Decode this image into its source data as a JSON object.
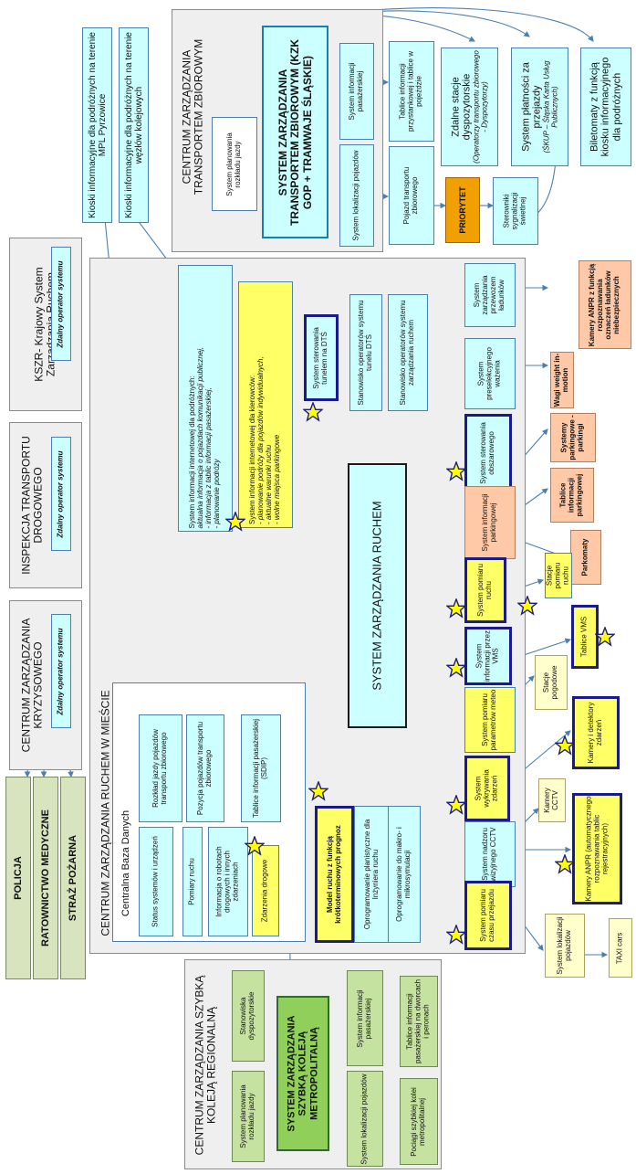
{
  "colors": {
    "line": "#4a7fb0",
    "cyan": "#ccffff",
    "yellow": "#ffff66",
    "orange": "#ffc9a8",
    "green": "#c6e2a0",
    "darkgreen": "#8fcf5a",
    "gold": "#f0a000",
    "star": "#1a1a8c"
  },
  "top": {
    "center_title": "CENTRUM ZARZĄDZANIA TRANSPORTEM ZBIOROWYM",
    "main_system": "SYSTEM ZARZĄDZANIA TRANSPORTEM ZBIOROWYM (KZK GOP + TRAMWAJE ŚLĄSKIE)",
    "planning": "System planowania rozkładu jazdy",
    "passenger_info": "System informacji pasażerskiej",
    "localization": "System lokalizacji pojazdów",
    "stop_tables": "Tablice informacji przystankowej i tablice w pojeździe",
    "vehicle": "Pojazd transportu zbiorowego",
    "priority": "PRIORYTET",
    "signal_controllers": "Sterowniki sygnalizacji świetlnej",
    "dispatch_title": "Zdalne stacje dyspozytorskie",
    "dispatch_sub": "(Operatorzy transportu zbiorowego - Dyspozytorzy)",
    "payment_title": "System płatności za przejazdy",
    "payment_sub": "(ŚKUP – Śląska Karta Usług Publicznych)",
    "ticket_machines": "Biletomaty z funkcją kiosku informacyjnego dla podróżnych",
    "kiosk_airport": "Kioski informacyjne dla podróżnych na terenie MPL Pyrzowice",
    "kiosk_rail": "Kioski informacyjne dla podróżnych na terenie węzłów kolejowych"
  },
  "left": {
    "kszr_title": "KSZR- Krajowy System Zarządzania Ruchem",
    "remote_operator": "Zdalny operator systemu",
    "inspection_title": "INSPEKCJA TRANSPORTU DROGOWEGO",
    "crisis_title": "CENTRUM ZARZĄDZANIA KRYZYSOWEGO",
    "police": "POLICJA",
    "ambulance": "RATOWNICTWO MEDYCZNE",
    "fire": "STRAŻ POŻARNA"
  },
  "city": {
    "center_title": "CENTRUM ZARZĄDZANIA  RUCHEM W MIEŚCIE",
    "main_system": "SYSTEM ZARZĄDZANIA RUCHEM",
    "travelers_title": "System informacji internetowej dla podróżnych:",
    "travelers_items": "aktualna informacja o pojazdach komunikacji publicznej,<br>- informacja z tablic informacji pasażerskiej,<br>- planowanie podróży",
    "drivers_title": "System informacji internetowej dla kierowców:",
    "drivers_items": "- planowanie podróży  dla pojazdów indywidualnych,<br>- aktualne warunki ruchu<br>- wolne miejsca parkingowe",
    "tunnel_control": "System sterowania tunelem na DTŚ",
    "tunnel_operator": "Stanowisko operatorów systemu tunelu DTŚ",
    "traffic_operator": "Stanowisko operatorów systemu zarządzania ruchem",
    "db_title": "Centralna Baza Danych",
    "db_status": "Status systemów i urządzeń",
    "db_schedule": "Rozkład jazdy pojazdów transportu zbiorowego",
    "db_traffic_meas": "Pomiary ruchu",
    "db_vehicle_pos": "Pozycja pojazdów transportu zbiorowego",
    "db_roadworks": "Informacja o robotach drogowych i innych zdarzeniach",
    "db_road_events": "Zdarzenia drogowe",
    "db_info_tables": "Tablice informacji pasażerskiej (SDIP)",
    "traffic_model": "Model ruchu z funkcją krótkoterminowych prognoz",
    "planning_software": "Oprogramowanie planistyczne dla Inżyniera ruchu",
    "simulation_software": "Oprogramowanie do makro- i mikrosymulacji"
  },
  "right": {
    "freight": "System zarządzania przewozem ładunków",
    "anpr_hazard": "Kamery ANPR z funkcją rozpoznawania oznaczeń ładunków niebezpiecznych",
    "preselection": "System preselekcyjnego ważenia",
    "scales": "Wagi weight in-motion",
    "area_control": "System sterowania obszarowego",
    "parking_systems": "Systemy parkingowe - parkingi",
    "parking_info": "System informacji parkingowej",
    "parking_tables": "Tablice informacji parkingowej",
    "parking_meters": "Parkomaty",
    "traffic_measurement": "System pomiaru ruchu",
    "measure_stations": "Stacje pomiaru ruchu",
    "vms_system": "System informacji przez VMS",
    "vms_tables": "Tablice VMS",
    "meteo": "System pomiaru parametrów meteo",
    "weather_stations": "Stacje pogodowe",
    "incident_detection": "System wykrywania zdarzeń",
    "detector_cameras": "Kamery i detektory zdarzeń",
    "cctv_system": "System nadzoru wizyjnego CCTV",
    "cctv_cameras": "Kamery CCTV",
    "anpr_plates": "Kamery ANPR (automatycznego rozpoznawania tablic rejestracyjnych)",
    "travel_time": "System pomiaru czasu przejazdu",
    "vehicle_loc": "System lokalizacji pojazdów",
    "taxi": "TAXI cars"
  },
  "rail": {
    "center_title": "CENTRUM ZARZĄDZANIA SZYBKĄ KOLEJĄ REGIONALNĄ",
    "main_system": "SYSTEM ZARZĄDZANIA SZYBKĄ KOLEJĄ METROPOLITALNĄ",
    "dispatch": "Stanowiska dyspozytorskie",
    "planning": "System planowania rozkładu jazdy",
    "passenger_info": "System informacji pasażerskiej",
    "localization": "System lokalizacji pojazdów",
    "station_tables": "Tablice informacji pasażerskiej na dworcach i peronach",
    "trains": "Pociągi szybkiej kolei metropolitalnej"
  }
}
